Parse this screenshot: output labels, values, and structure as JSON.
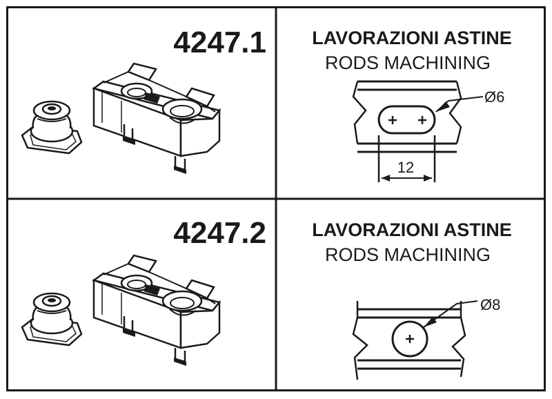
{
  "rows": [
    {
      "code": "4247.1",
      "heading_it": "LAVORAZIONI ASTINE",
      "heading_en": "RODS MACHINING",
      "hole_diameter": "Ø6",
      "slot_length": "12"
    },
    {
      "code": "4247.2",
      "heading_it": "LAVORAZIONI ASTINE",
      "heading_en": "RODS MACHINING",
      "hole_diameter": "Ø8"
    }
  ],
  "colors": {
    "line": "#1a1a1a",
    "background": "#ffffff"
  }
}
